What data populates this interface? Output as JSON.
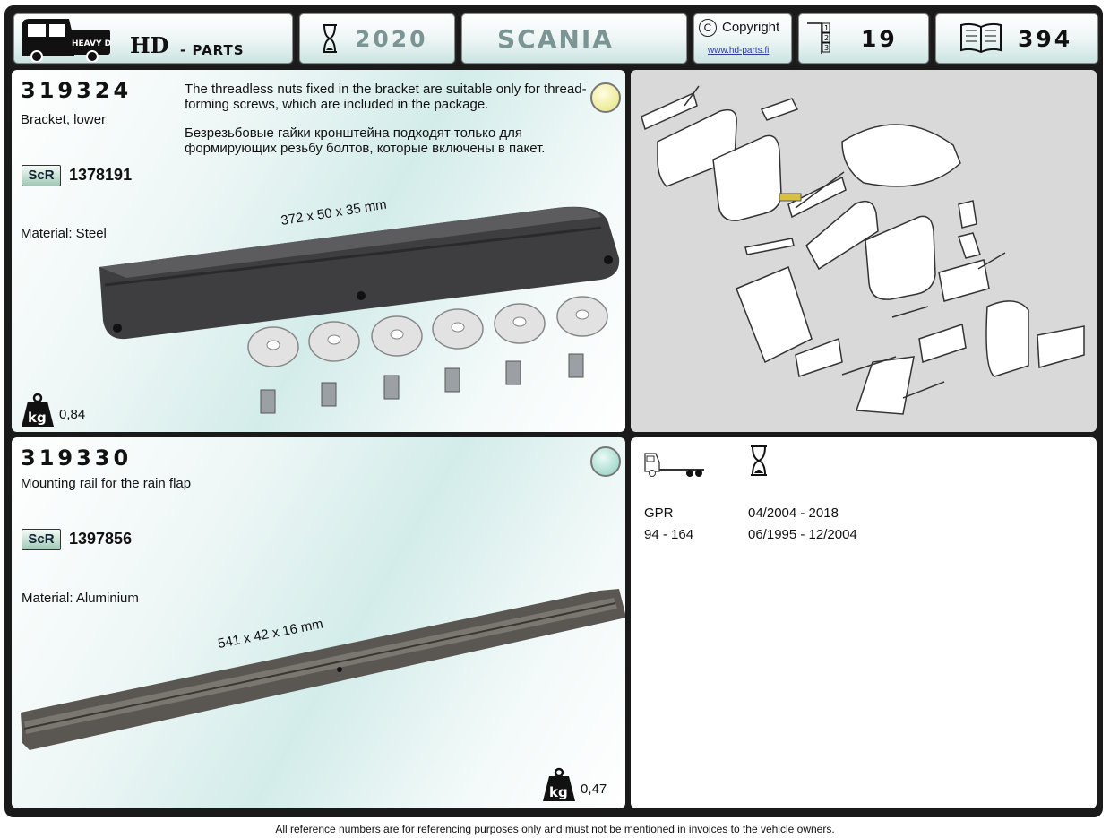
{
  "header": {
    "brand_text": "HD",
    "brand_suffix": "- PARTS",
    "year": "2020",
    "make": "SCANIA",
    "copyright_label": "Copyright",
    "copyright_url": "www.hd-parts.fi",
    "section": "19",
    "page": "394",
    "logo_words": "HEAVY DUTY"
  },
  "parts": [
    {
      "number": "319324",
      "name": "Bracket, lower",
      "note_en": "The threadless nuts fixed in the bracket are suitable only for thread-forming screws, which are included in the package.",
      "note_ru": "Безрезьбовые гайки кронштейна подходят только для формирующих резьбу болтов, которые включены в пакет.",
      "ref_badge": "ScR",
      "ref_number": "1378191",
      "material": "Material: Steel",
      "dimensions": "372 x 50 x 35 mm",
      "weight_icon": "kg",
      "weight": "0,84",
      "dot_color": "#ecec8a"
    },
    {
      "number": "319330",
      "name": "Mounting rail for the rain flap",
      "ref_badge": "ScR",
      "ref_number": "1397856",
      "material": "Material: Aluminium",
      "dimensions": "541 x 42 x 16 mm",
      "weight_icon": "kg",
      "weight": "0,47",
      "dot_color": "#a9dccf"
    }
  ],
  "applications": [
    {
      "model": "GPR",
      "years": "04/2004 - 2018"
    },
    {
      "model": "94 - 164",
      "years": "06/1995 - 12/2004"
    }
  ],
  "footer": "All reference numbers are for referencing purposes only and must not be mentioned in invoices to the vehicle owners."
}
